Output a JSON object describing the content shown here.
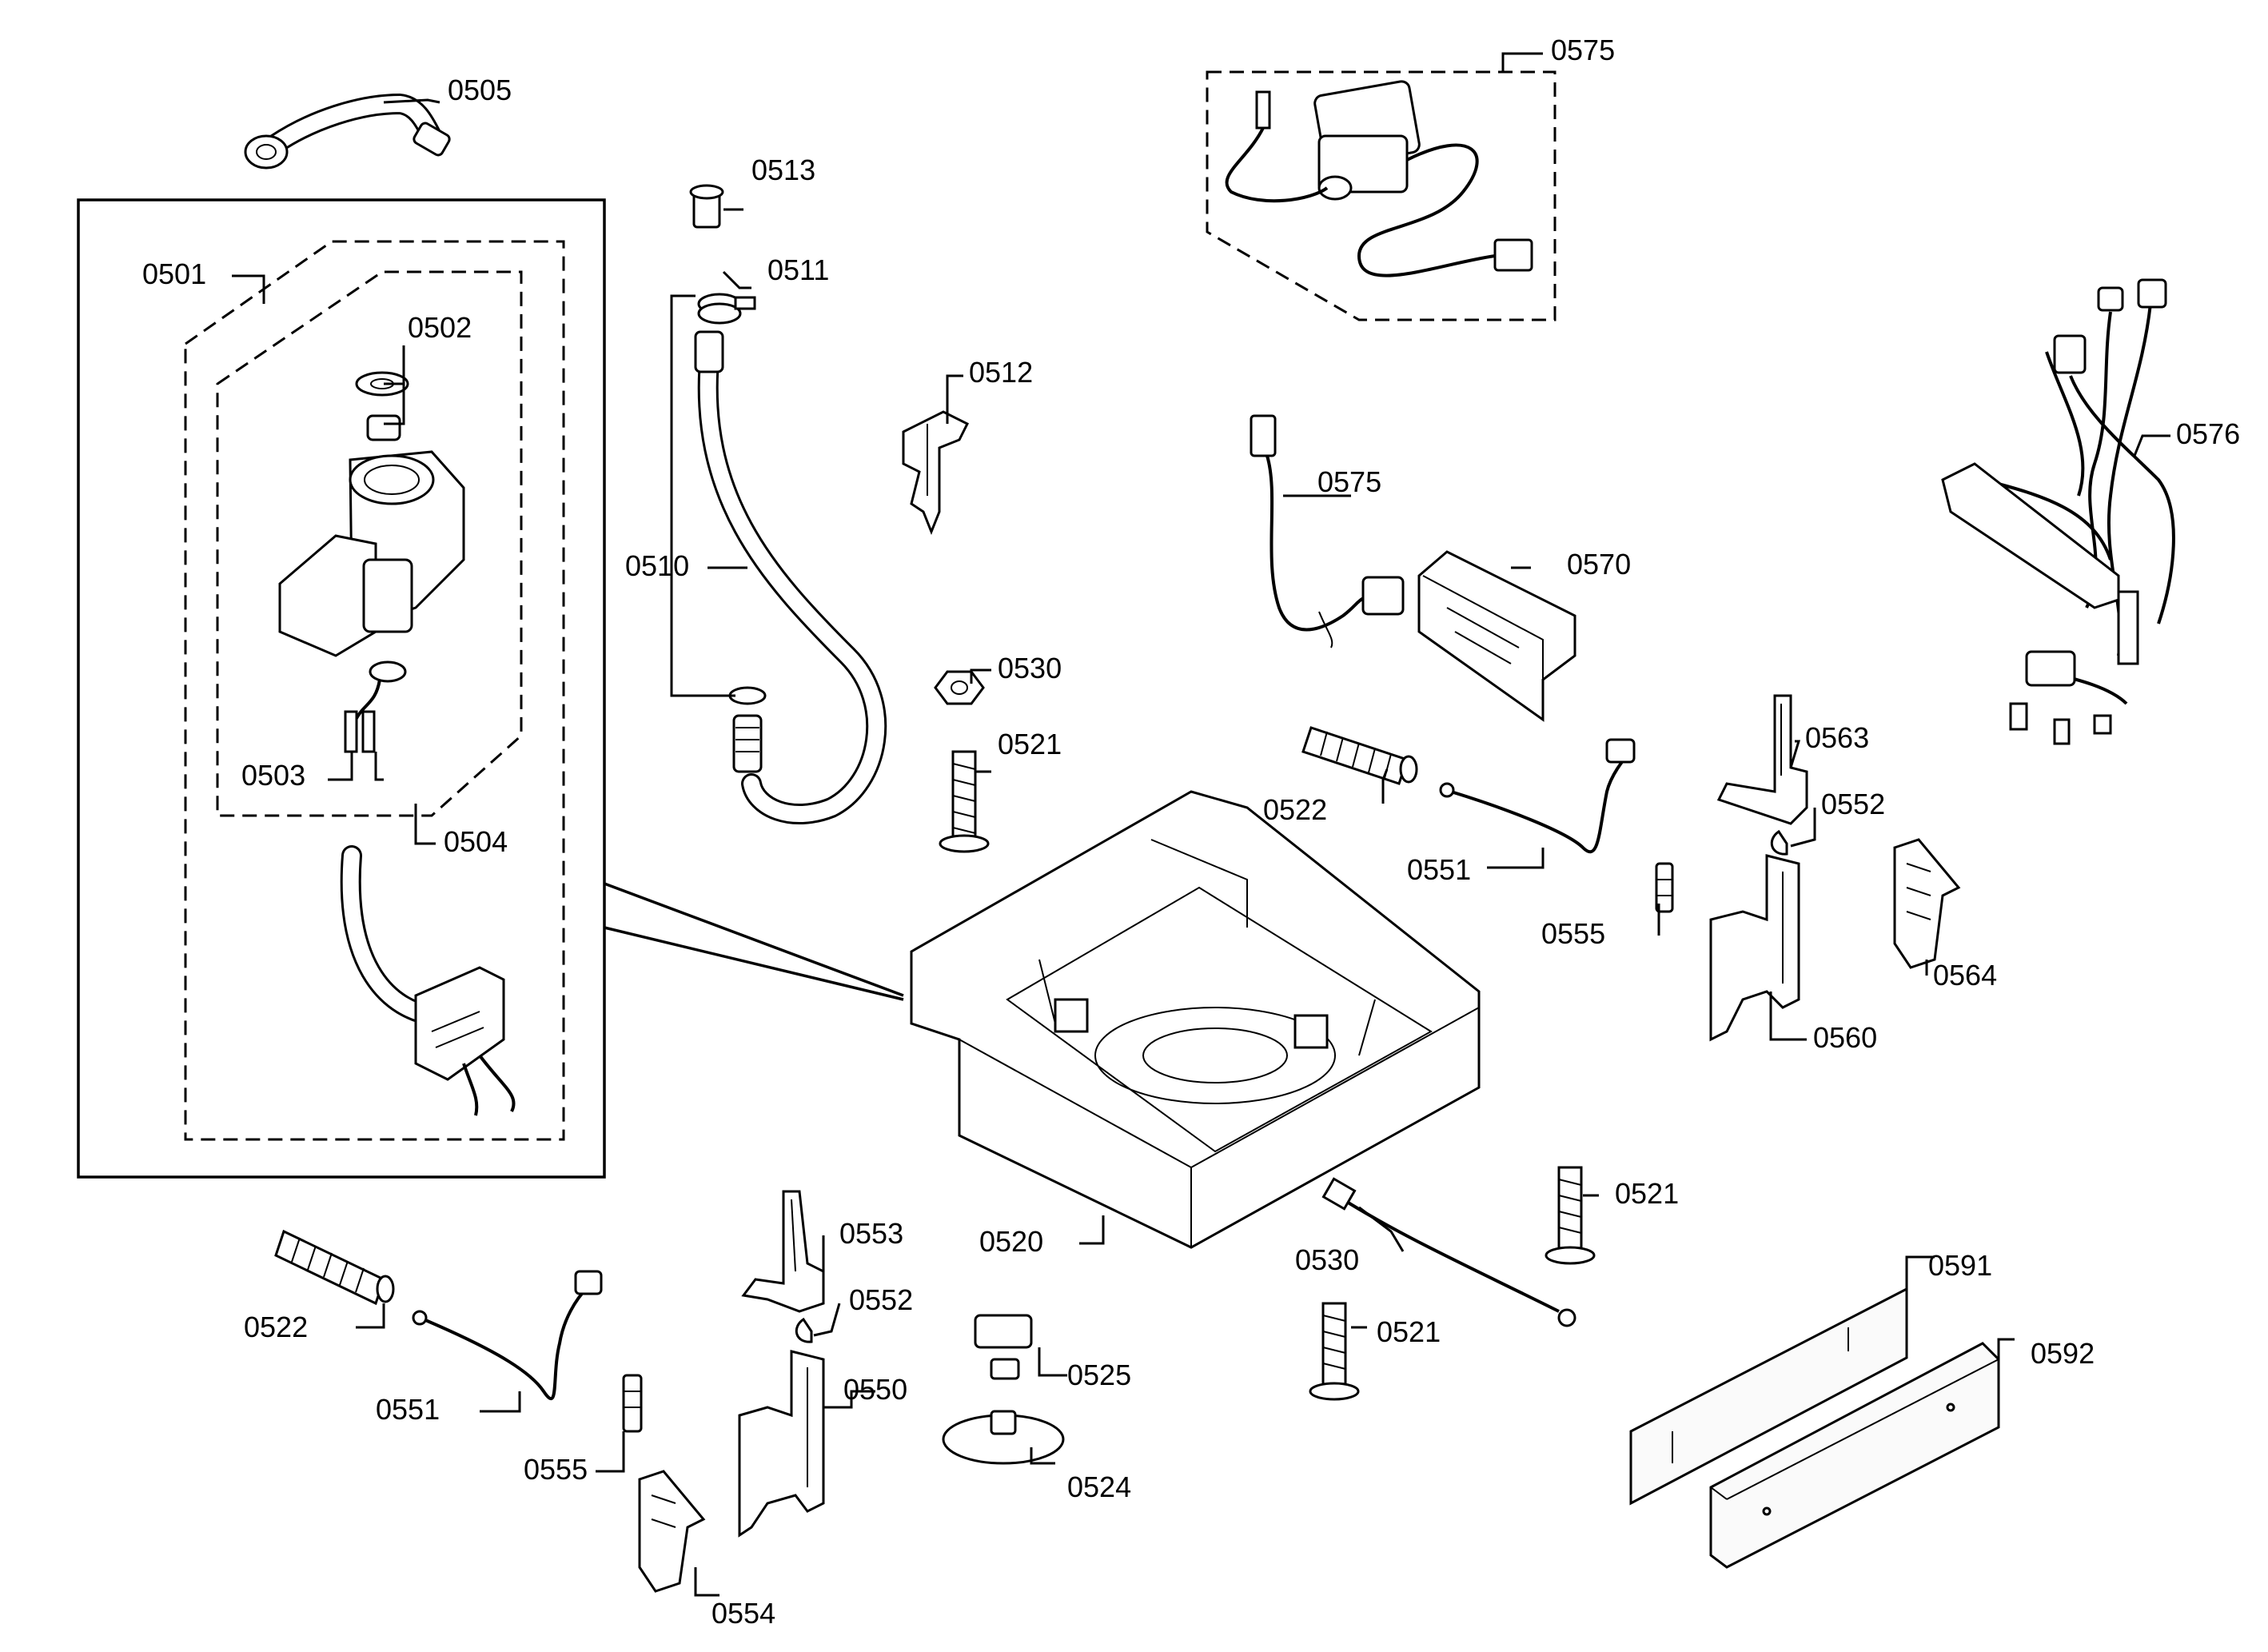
{
  "labels": {
    "p0505": "0505",
    "p0513": "0513",
    "p0511": "0511",
    "p0501": "0501",
    "p0502": "0502",
    "p0512": "0512",
    "p0510": "0510",
    "p0503": "0503",
    "p0504": "0504",
    "p0530a": "0530",
    "p0521a": "0521",
    "p0575a": "0575",
    "p0575b": "0575",
    "p0570": "0570",
    "p0576": "0576",
    "p0522a": "0522",
    "p0551a": "0551",
    "p0563": "0563",
    "p0552a": "0552",
    "p0555a": "0555",
    "p0564": "0564",
    "p0560": "0560",
    "p0520": "0520",
    "p0553": "0553",
    "p0522b": "0522",
    "p0552b": "0552",
    "p0551b": "0551",
    "p0550": "0550",
    "p0525": "0525",
    "p0524": "0524",
    "p0555b": "0555",
    "p0554": "0554",
    "p0530b": "0530",
    "p0521b": "0521",
    "p0521c": "0521",
    "p0591": "0591",
    "p0592": "0592"
  }
}
